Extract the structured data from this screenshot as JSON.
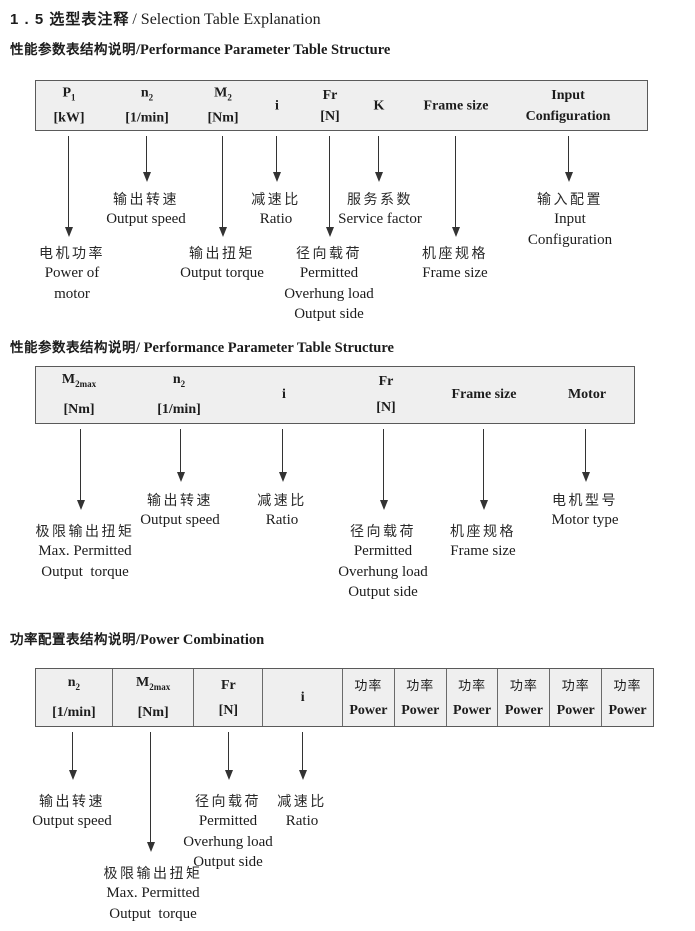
{
  "page": {
    "title_zh": "1 . 5 选型表注释",
    "title_en": "/ Selection Table Explanation"
  },
  "colors": {
    "table_fill": "#efefef",
    "table_border": "#5a5a5a",
    "ink": "#1c1c1c"
  },
  "sections": [
    {
      "heading_zh": "性能参数表结构说明",
      "heading_en": "/Performance Parameter Table Structure",
      "columns": [
        {
          "l1": "P",
          "sub": "1",
          "l2": "[kW]"
        },
        {
          "l1": "n",
          "sub": "2",
          "l2": "[1/min]"
        },
        {
          "l1": "M",
          "sub": "2",
          "l2": "[Nm]"
        },
        {
          "l1": "i"
        },
        {
          "l1": "Fr",
          "l2": "[N]"
        },
        {
          "l1": "K"
        },
        {
          "l1": "Frame size"
        },
        {
          "l1": "Input",
          "l2": "Configuration"
        }
      ],
      "annotations": [
        {
          "zh": "电机功率",
          "en": [
            "Power of",
            "motor"
          ]
        },
        {
          "zh": "输出转速",
          "en": [
            "Output speed"
          ]
        },
        {
          "zh": "输出扭矩",
          "en": [
            "Output torque"
          ]
        },
        {
          "zh": "减速比",
          "en": [
            "Ratio"
          ]
        },
        {
          "zh": "径向载荷",
          "en": [
            "Permitted",
            "Overhung load",
            "Output side"
          ]
        },
        {
          "zh": "服务系数",
          "en": [
            "Service factor"
          ]
        },
        {
          "zh": "机座规格",
          "en": [
            "Frame size"
          ]
        },
        {
          "zh": "输入配置",
          "en": [
            "Input",
            "Configuration"
          ]
        }
      ]
    },
    {
      "heading_zh": "性能参数表结构说明",
      "heading_en": "/ Performance Parameter Table Structure",
      "columns": [
        {
          "l1": "M",
          "sub": "2max",
          "l2": "[Nm]"
        },
        {
          "l1": "n",
          "sub": "2",
          "l2": "[1/min]"
        },
        {
          "l1": "i"
        },
        {
          "l1": "Fr",
          "l2": "[N]"
        },
        {
          "l1": "Frame size"
        },
        {
          "l1": "Motor"
        }
      ],
      "annotations": [
        {
          "zh": "极限输出扭矩",
          "en": [
            "Max. Permitted",
            "Output  torque"
          ]
        },
        {
          "zh": "输出转速",
          "en": [
            "Output speed"
          ]
        },
        {
          "zh": "减速比",
          "en": [
            "Ratio"
          ]
        },
        {
          "zh": "径向载荷",
          "en": [
            "Permitted",
            "Overhung load",
            "Output side"
          ]
        },
        {
          "zh": "机座规格",
          "en": [
            "Frame size"
          ]
        },
        {
          "zh": "电机型号",
          "en": [
            "Motor type"
          ]
        }
      ]
    },
    {
      "heading_zh": "功率配置表结构说明",
      "heading_en": "/Power Combination",
      "columns": [
        {
          "l1": "n",
          "sub": "2",
          "l2": "[1/min]"
        },
        {
          "l1": "M",
          "sub": "2max",
          "l2": "[Nm]"
        },
        {
          "l1": "Fr",
          "l2": "[N]"
        },
        {
          "l1": "i"
        },
        {
          "zh": "功率",
          "l2": "Power"
        },
        {
          "zh": "功率",
          "l2": "Power"
        },
        {
          "zh": "功率",
          "l2": "Power"
        },
        {
          "zh": "功率",
          "l2": "Power"
        },
        {
          "zh": "功率",
          "l2": "Power"
        },
        {
          "zh": "功率",
          "l2": "Power"
        }
      ],
      "annotations": [
        {
          "zh": "输出转速",
          "en": [
            "Output speed"
          ]
        },
        {
          "zh": "极限输出扭矩",
          "en": [
            "Max. Permitted",
            "Output  torque"
          ]
        },
        {
          "zh": "径向载荷",
          "en": [
            "Permitted",
            "Overhung load",
            "Output side"
          ]
        },
        {
          "zh": "减速比",
          "en": [
            "Ratio"
          ]
        }
      ]
    }
  ]
}
